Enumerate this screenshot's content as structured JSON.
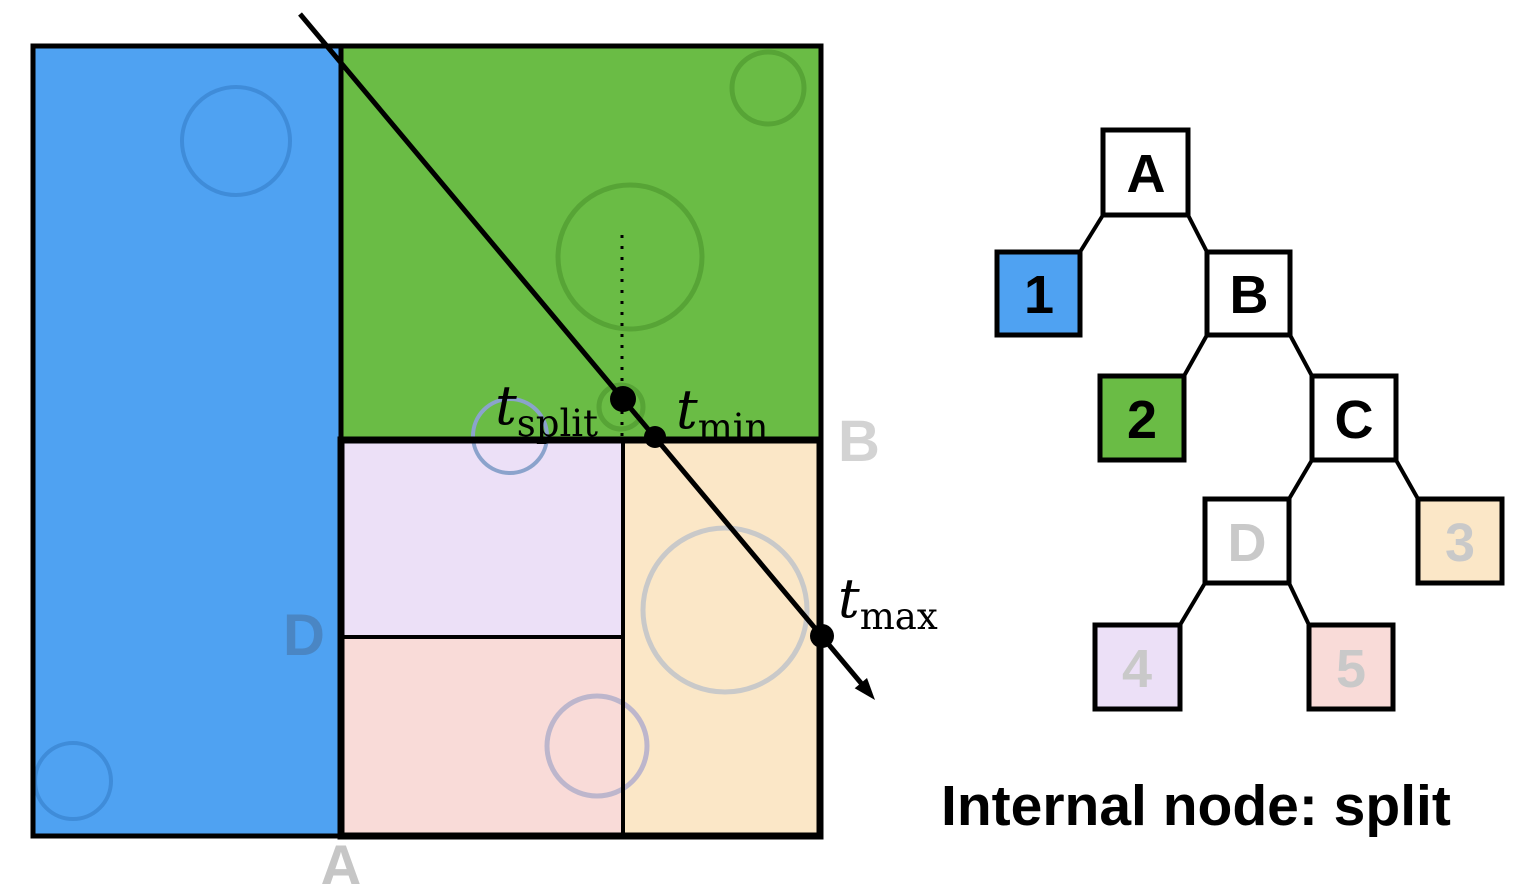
{
  "colors": {
    "blue": "#4FA2F2",
    "green": "#6ABC45",
    "lavender": "#ECE0F7",
    "pink": "#F9DBD8",
    "peach": "#FBE7C7",
    "blue_circle_stroke": "#3F8CD9",
    "green_circle_stroke": "#57A436",
    "bluegray_circle_stroke": "#8BA3CC",
    "lavendergray_circle_stroke": "#BDB6CC",
    "gray_circle_stroke": "#C9C9C9",
    "label_a_gray": "#C6C6C6",
    "label_b_gray": "#D3D3D3",
    "label_d_blue": "#4A86C4",
    "unvisited_node_text": "#C9C9C9",
    "line_black": "#000000"
  },
  "partition": {
    "labels": {
      "a": "A",
      "b": "B",
      "d": "D"
    },
    "ray_labels": {
      "t_split": {
        "base": "t",
        "sub": "split"
      },
      "t_min": {
        "base": "t",
        "sub": "min"
      },
      "t_max": {
        "base": "t",
        "sub": "max"
      }
    }
  },
  "tree": {
    "nodes": [
      {
        "id": "A",
        "label": "A",
        "kind": "internal-visited"
      },
      {
        "id": "1",
        "label": "1",
        "kind": "leaf-visited"
      },
      {
        "id": "B",
        "label": "B",
        "kind": "internal-visited"
      },
      {
        "id": "2",
        "label": "2",
        "kind": "leaf-visited"
      },
      {
        "id": "C",
        "label": "C",
        "kind": "internal-visited"
      },
      {
        "id": "D",
        "label": "D",
        "kind": "internal-unvisited"
      },
      {
        "id": "3",
        "label": "3",
        "kind": "leaf-unvisited"
      },
      {
        "id": "4",
        "label": "4",
        "kind": "leaf-unvisited"
      },
      {
        "id": "5",
        "label": "5",
        "kind": "leaf-unvisited"
      }
    ]
  },
  "caption": "Internal node: split"
}
